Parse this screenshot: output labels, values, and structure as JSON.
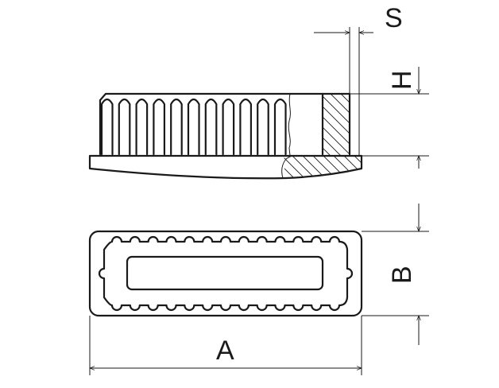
{
  "drawing": {
    "dimensions": {
      "S": "S",
      "H": "H",
      "B": "B",
      "A": "A"
    },
    "colors": {
      "line": "#1a1a1a",
      "background": "#ffffff"
    }
  }
}
